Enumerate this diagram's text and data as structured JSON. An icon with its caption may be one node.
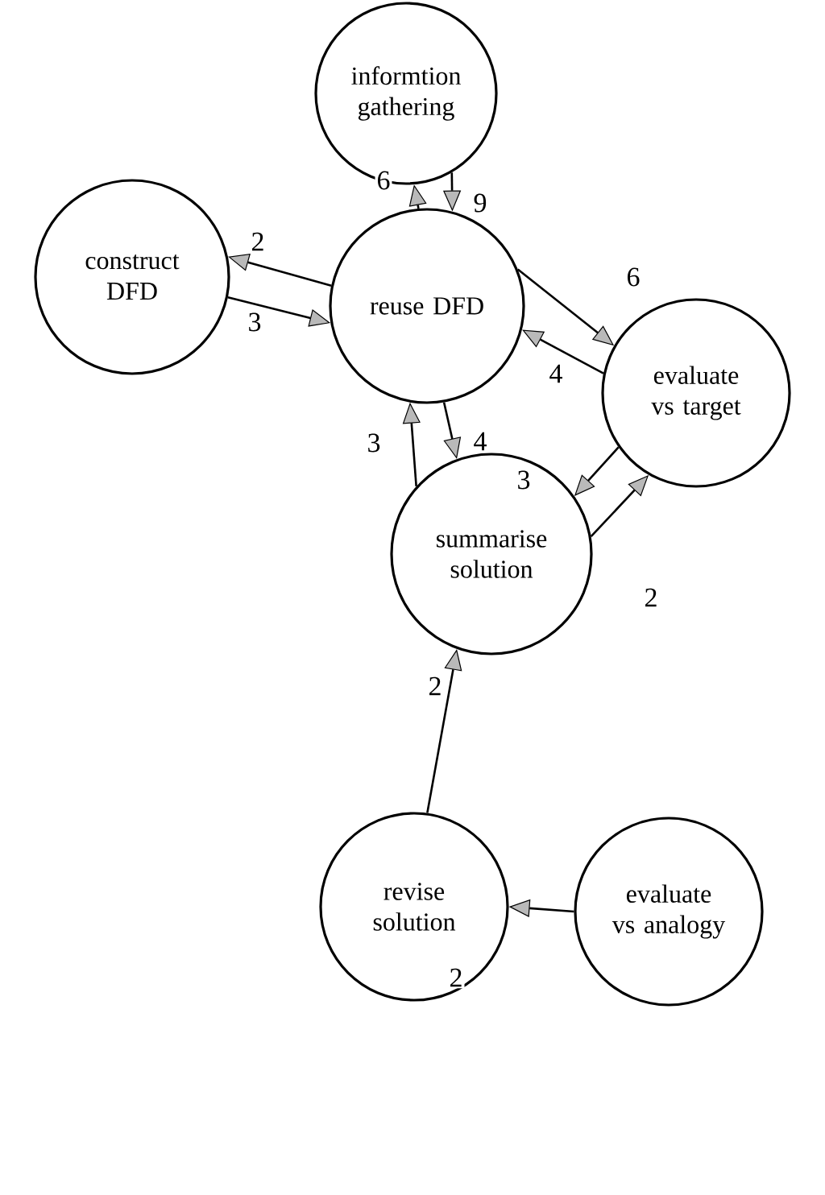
{
  "diagram": {
    "nodes": [
      {
        "text": [
          "informtion gathering"
        ]
      },
      {
        "text": [
          "construct DFD"
        ]
      },
      {
        "text": [
          "reuse DFD"
        ]
      },
      {
        "text": [
          "evaluate vs target"
        ]
      },
      {
        "text": [
          "summarise solution"
        ]
      },
      {
        "text": [
          "revise solution"
        ]
      },
      {
        "text": [
          "evaluate vs analogy"
        ]
      }
    ],
    "edges": [
      {
        "from": 2,
        "to": 0,
        "arrow": "to",
        "label": "6"
      },
      {
        "from": 0,
        "to": 2,
        "arrow": "to",
        "label": "9"
      },
      {
        "from": 2,
        "to": 1,
        "arrow": "to",
        "label": "2"
      },
      {
        "from": 1,
        "to": 2,
        "arrow": "to",
        "label": "3"
      },
      {
        "from": 2,
        "to": 3,
        "arrow": "to",
        "label": "6"
      },
      {
        "from": 3,
        "to": 2,
        "arrow": "to",
        "label": "4"
      },
      {
        "from": 4,
        "to": 2,
        "arrow": "to",
        "label": "3"
      },
      {
        "from": 2,
        "to": 4,
        "arrow": "to",
        "label": "4"
      },
      {
        "from": 3,
        "to": 4,
        "arrow": "to",
        "label": "3"
      },
      {
        "from": 4,
        "to": 3,
        "arrow": "to",
        "label": "2"
      },
      {
        "from": 5,
        "to": 4,
        "arrow": "to",
        "label": "2"
      },
      {
        "from": 6,
        "to": 5,
        "arrow": "to",
        "label": "2"
      }
    ]
  }
}
